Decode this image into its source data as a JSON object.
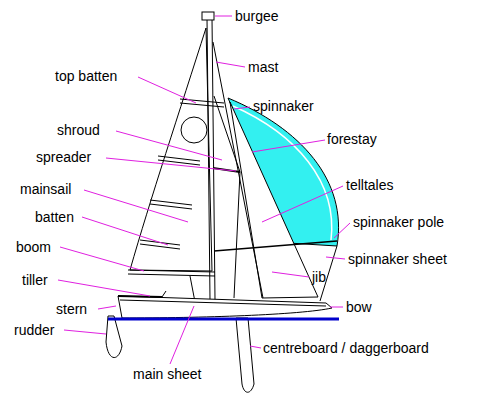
{
  "diagram": {
    "labels": [
      "burgee",
      "mast",
      "top batten",
      "spinnaker",
      "shroud",
      "forestay",
      "spreader",
      "telltales",
      "mainsail",
      "spinnaker pole",
      "batten",
      "spinnaker sheet",
      "boom",
      "jib",
      "tiller",
      "stern",
      "bow",
      "rudder",
      "centreboard / daggerboard",
      "main sheet"
    ]
  }
}
